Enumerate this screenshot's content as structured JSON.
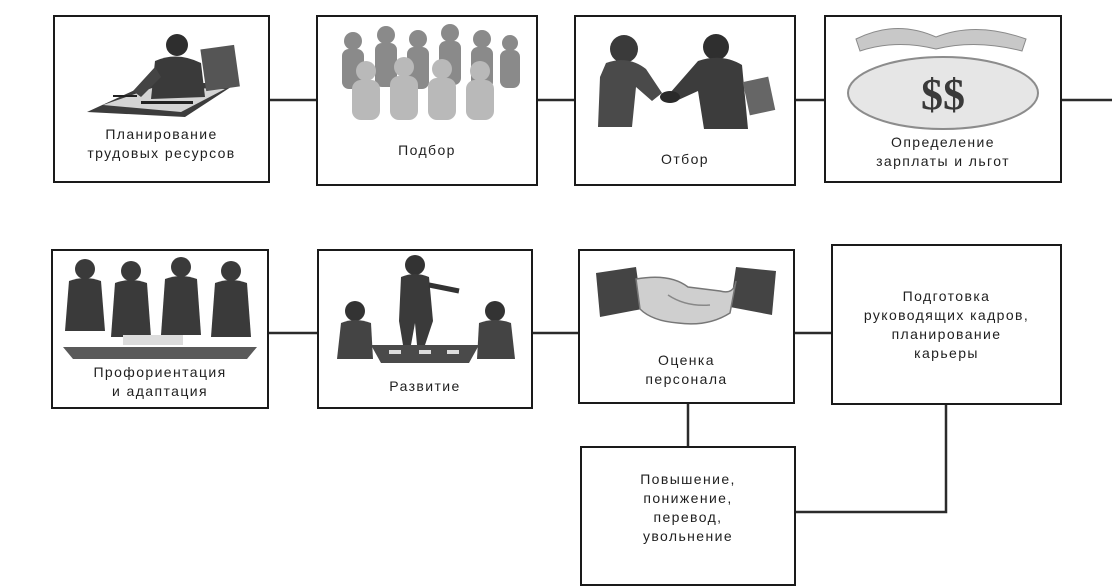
{
  "diagram": {
    "row1": [
      {
        "lines": [
          "Планирование",
          "трудовых ресурсов"
        ],
        "icon": "businessman-at-desk-icon"
      },
      {
        "lines": [
          "Подбор"
        ],
        "icon": "crowd-silhouettes-icon"
      },
      {
        "lines": [
          "Отбор"
        ],
        "icon": "handshake-two-men-icon"
      },
      {
        "lines": [
          "Определение",
          "зарплаты и льгот"
        ],
        "icon": "money-bag-icon"
      }
    ],
    "row2": [
      {
        "lines": [
          "Профориентация",
          "и адаптация"
        ],
        "icon": "group-meeting-icon"
      },
      {
        "lines": [
          "Развитие"
        ],
        "icon": "presentation-icon"
      },
      {
        "lines": [
          "Оценка",
          "персонала"
        ],
        "icon": "handshake-icon"
      },
      {
        "lines": [
          "Подготовка",
          "руководящих кадров,",
          "планирование",
          "карьеры"
        ]
      }
    ],
    "row3": [
      {
        "lines": [
          "Повышение,",
          "понижение,",
          "перевод,",
          "увольнение"
        ]
      }
    ]
  }
}
